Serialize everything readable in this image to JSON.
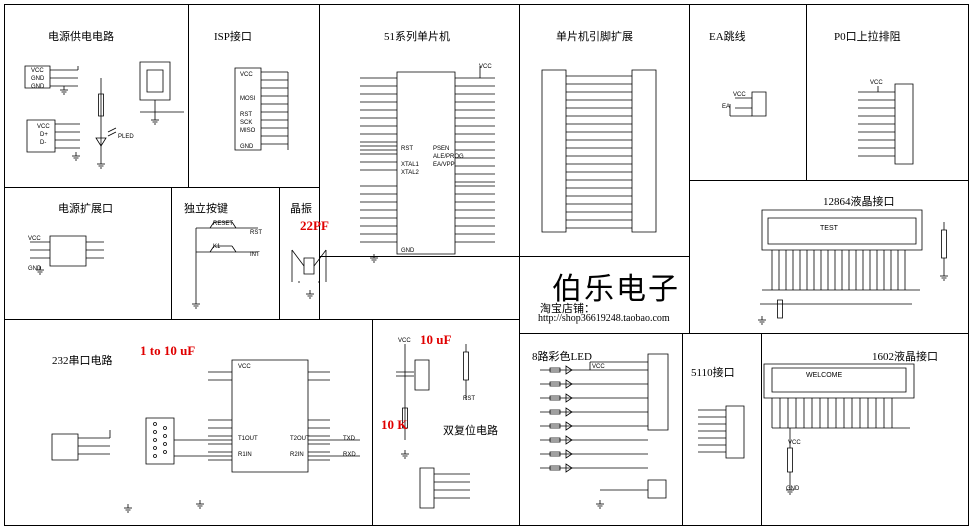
{
  "panels": {
    "power": {
      "title": "电源供电电路",
      "labels": {
        "pwr_vcc": "VCC",
        "pwr_gnd": "GND",
        "pwr_gnd2": "GND",
        "pwr_d": "D+",
        "pwr_d2": "D-",
        "pwr_vcc2": "VCC",
        "pwr_led": "PLED"
      }
    },
    "isp": {
      "title": "ISP接口",
      "labels": {
        "isp_vcc": "VCC",
        "isp_mosi": "MOSI",
        "isp_rst": "RST",
        "isp_sck": "SCK",
        "isp_miso": "MISO",
        "isp_gnd": "GND"
      }
    },
    "mcu": {
      "title": "51系列单片机",
      "labels": {
        "mcu_rst": "RST",
        "mcu_xtal1": "XTAL1",
        "mcu_xtal2": "XTAL2",
        "mcu_ea": "EA/VPP",
        "mcu_ale": "ALE/PROG",
        "mcu_psen": "PSEN",
        "mcu_vcc": "VCC",
        "mcu_gnd": "GND"
      }
    },
    "expand": {
      "title": "单片机引脚扩展"
    },
    "ea": {
      "title": "EA跳线",
      "labels": {
        "ea_vcc": "VCC",
        "ea_ea": "EA"
      }
    },
    "p0": {
      "title": "P0口上拉排阻",
      "labels": {
        "p0_vcc": "VCC"
      }
    },
    "pwrexp": {
      "title": "电源扩展口",
      "labels": {
        "pe_vcc": "VCC",
        "pe_gnd": "GND"
      }
    },
    "keys": {
      "title": "独立按键",
      "labels": {
        "key1": "RESET",
        "key2": "K1",
        "key3": "RST",
        "key4": "INT"
      }
    },
    "xtal": {
      "title": "晶振"
    },
    "brand": {
      "title": "伯乐电子",
      "line1": "淘宝店铺：",
      "line2": "http://shop36619248.taobao.com"
    },
    "lcd12864": {
      "title": "12864液晶接口",
      "screen": "TEST"
    },
    "rs232": {
      "title": "232串口电路",
      "labels": {
        "rs_vcc": "VCC",
        "rs_t1": "T1OUT",
        "rs_r1": "R1IN",
        "rs_t2": "T2OUT",
        "rs_r2": "R2IN",
        "rs_txd": "TXD",
        "rs_rxd": "RXD"
      }
    },
    "reset": {
      "title": "双复位电路",
      "labels": {
        "rst_vcc": "VCC",
        "rst_rst": "RST"
      }
    },
    "leds": {
      "title": "8路彩色LED",
      "labels": {
        "led_vcc": "VCC"
      }
    },
    "port5110": {
      "title": "5110接口"
    },
    "lcd1602": {
      "title": "1602液晶接口",
      "screen": "WELCOME",
      "labels": {
        "l1602_vcc": "VCC",
        "l1602_gnd": "GND"
      }
    }
  },
  "annotations": {
    "xtal_cap": "22PF",
    "rs232_cap": "1 to 10 uF",
    "reset_cap": "10 uF",
    "reset_res": "10 K"
  }
}
